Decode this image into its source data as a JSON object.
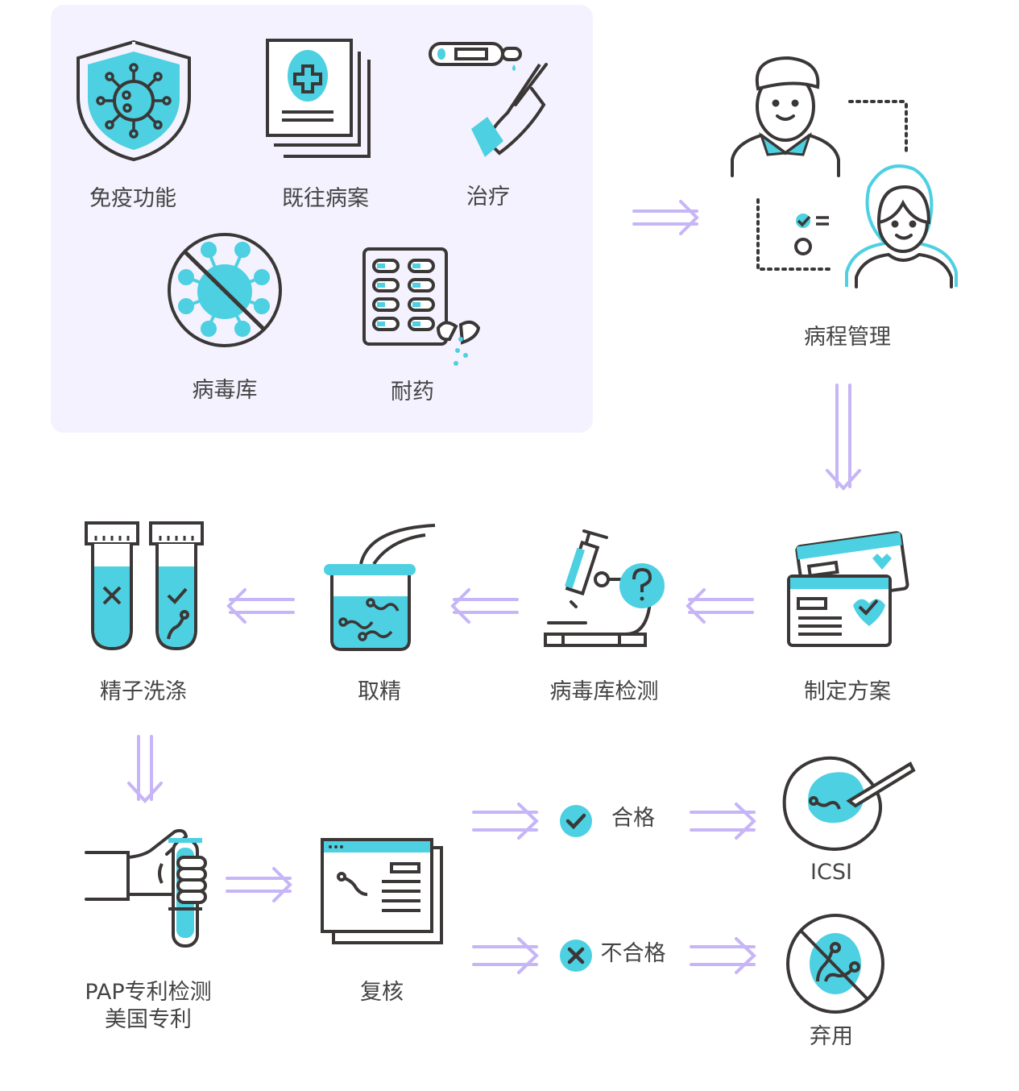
{
  "colors": {
    "accent": "#4dd0e1",
    "ink": "#3a3736",
    "arrow": "#c6b5f7",
    "panel": "#f4f2fe"
  },
  "factors": {
    "immunity": "免疫功能",
    "history": "既往病案",
    "treatment": "治疗",
    "virus_library": "病毒库",
    "drug_resistance": "耐药"
  },
  "steps": {
    "case_management": "病程管理",
    "make_plan": "制定方案",
    "virus_library_test": "病毒库检测",
    "sperm_collection": "取精",
    "sperm_washing": "精子洗涤",
    "pap_test_line1": "PAP专利检测",
    "pap_test_line2": "美国专利",
    "review": "复核",
    "qualified": "合格",
    "unqualified": "不合格",
    "icsi": "ICSI",
    "discard": "弃用"
  }
}
